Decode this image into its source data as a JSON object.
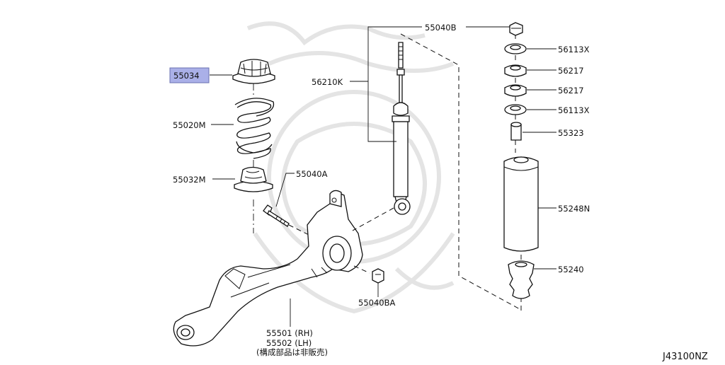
{
  "diagram": {
    "code": "J43100NZ",
    "labels": {
      "p55034": "55034",
      "p55020M": "55020M",
      "p55032M": "55032M",
      "p55040A": "55040A",
      "p56210K": "56210K",
      "p55040B": "55040B",
      "p56113X_top": "56113X",
      "p56217_a": "56217",
      "p56217_b": "56217",
      "p56113X_bot": "56113X",
      "p55323": "55323",
      "p55248N": "55248N",
      "p55240": "55240",
      "p55040BA": "55040BA",
      "p55501": "55501 (RH)",
      "p55502": "55502 (LH)",
      "note": "(構成部品は非販売)"
    },
    "highlight_color": "#aab0e8"
  }
}
